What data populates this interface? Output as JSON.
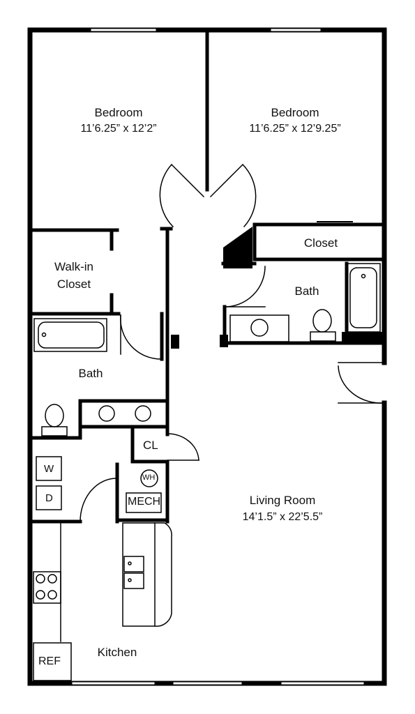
{
  "rooms": {
    "bedroom1": {
      "name": "Bedroom",
      "dims": "11’6.25” x 12’2”"
    },
    "bedroom2": {
      "name": "Bedroom",
      "dims": "11’6.25” x 12’9.25”"
    },
    "walkin_closet": {
      "line1": "Walk-in",
      "line2": "Closet"
    },
    "closet": {
      "name": "Closet"
    },
    "bath_right": {
      "name": "Bath"
    },
    "bath_left": {
      "name": "Bath"
    },
    "living_room": {
      "name": "Living Room",
      "dims": "14’1.5” x 22’5.5”"
    },
    "kitchen": {
      "name": "Kitchen"
    }
  },
  "fixtures": {
    "cl": "CL",
    "washer": "W",
    "dryer": "D",
    "water_heater": "WH",
    "mech": "MECH",
    "ref": "REF"
  }
}
